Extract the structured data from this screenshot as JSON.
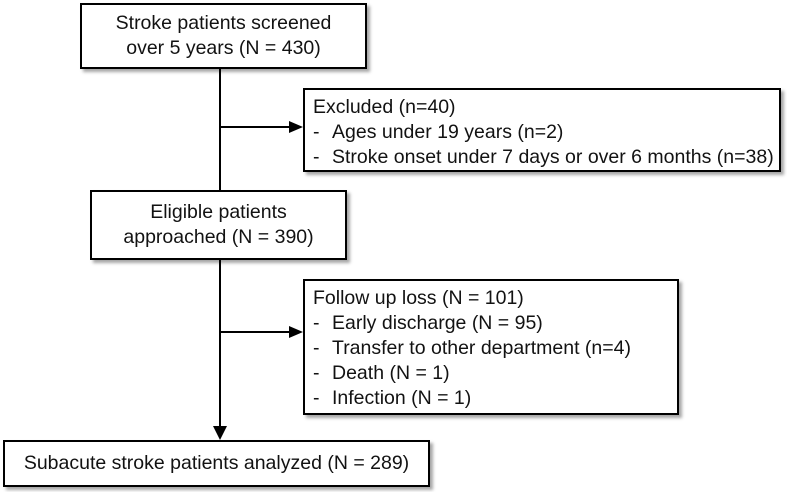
{
  "diagram": {
    "type": "flowchart",
    "bullet_char": "-",
    "colors": {
      "background": "#ffffff",
      "box_fill": "#ffffff",
      "box_border": "#000000",
      "text": "#121212",
      "arrow": "#000000"
    },
    "boxes": {
      "screened": {
        "lines": [
          "Stroke patients screened",
          "over 5 years (N = 430)"
        ]
      },
      "excluded": {
        "title": "Excluded (n=40)",
        "items": [
          "Ages under 19 years (n=2)",
          "Stroke onset under 7 days or over 6 months (n=38)"
        ]
      },
      "eligible": {
        "lines": [
          "Eligible patients",
          "approached (N = 390)"
        ]
      },
      "follow_up_loss": {
        "title": "Follow up loss (N = 101)",
        "items": [
          "Early discharge (N = 95)",
          "Transfer to other department (n=4)",
          "Death (N = 1)",
          "Infection (N = 1)"
        ]
      },
      "analyzed": {
        "lines": [
          "Subacute stroke patients analyzed (N = 289)"
        ]
      }
    }
  }
}
